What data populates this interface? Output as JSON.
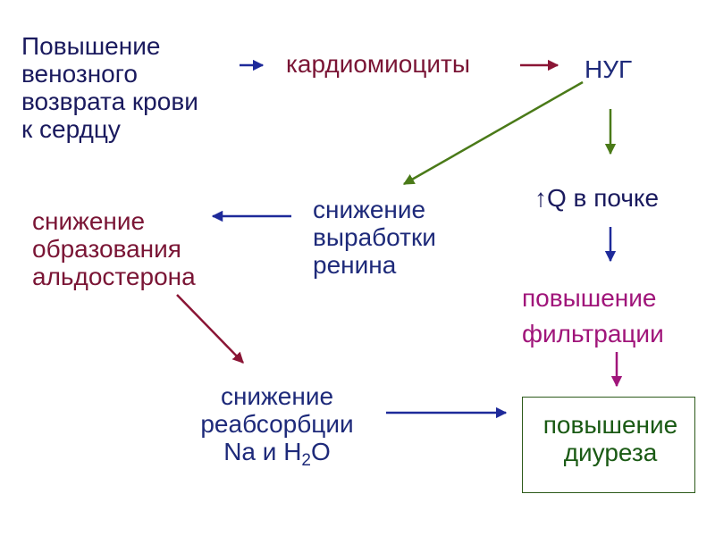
{
  "colors": {
    "dark": "#1a1a5e",
    "maroon": "#7a1535",
    "navy": "#1e2a7a",
    "magenta": "#a0157a",
    "green": "#1a5a14",
    "arrow_olive": "#4a7a18",
    "arrow_navy": "#1e2a9a",
    "arrow_maroon": "#8a1535",
    "arrow_magenta": "#a0157a"
  },
  "nodes": {
    "venous_return": [
      "Повышение",
      "венозного",
      "возврата крови",
      "к сердцу"
    ],
    "cardiomyocytes": "кардиомиоциты",
    "nug": "НУГ",
    "q_kidney": "↑Q в почке",
    "renin": [
      "снижение",
      "выработки",
      "ренина"
    ],
    "aldosterone": [
      "снижение",
      "образования",
      "альдостерона"
    ],
    "filtration": [
      "повышение",
      "фильтрации"
    ],
    "reabsorption": {
      "line1": "снижение",
      "line2": "реабсорбции",
      "line3_prefix": "Na и H",
      "line3_sub": "2",
      "line3_suffix": "O"
    },
    "diuresis": [
      "повышение",
      "диуреза"
    ]
  }
}
